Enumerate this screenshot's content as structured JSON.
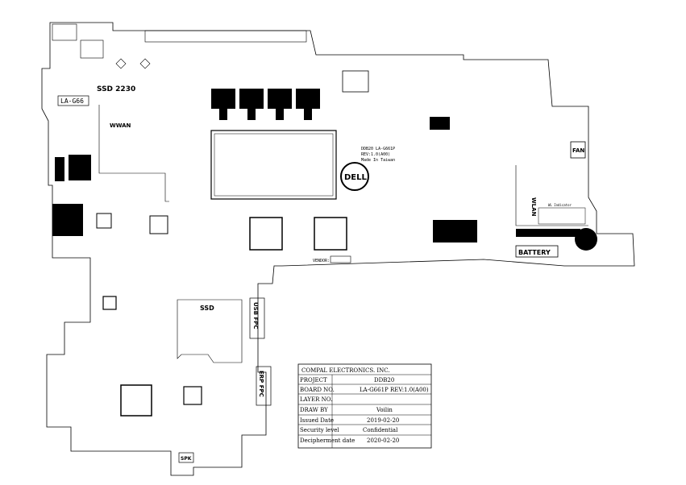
{
  "board": {
    "model_box": "LA-G66",
    "ssd_2230": "SSD 2230",
    "wwan": "WWAN",
    "wlan": "WLAN",
    "fan": "FAN",
    "battery": "BATTERY",
    "ssd": "SSD",
    "usb_fpc": "USB FPC",
    "erp_fpc": "ERP FPC",
    "spk": "SPK",
    "logo": "DELL",
    "vendor": "VENDOR:",
    "silk_1": "DDB20 LA-G661P",
    "silk_2": "REV:1.0(A00)",
    "silk_3": "Made In Taiwan",
    "wl_indicator": "WL Indicator"
  },
  "title_block": {
    "company": "COMPAL ELECTRONICS. INC.",
    "rows": [
      {
        "label": "PROJECT",
        "value": "DDB20"
      },
      {
        "label": "BOARD NO.",
        "value": "LA-G661P  REV:1.0(A00)"
      },
      {
        "label": "LAYER NO.",
        "value": ""
      },
      {
        "label": "DRAW BY",
        "value": "Voilin"
      },
      {
        "label": "Issued  Date",
        "value": "2019-02-20"
      },
      {
        "label": "Security level",
        "value": "Confidential"
      },
      {
        "label": "Decipherment date",
        "value": "2020-02-20"
      }
    ]
  }
}
